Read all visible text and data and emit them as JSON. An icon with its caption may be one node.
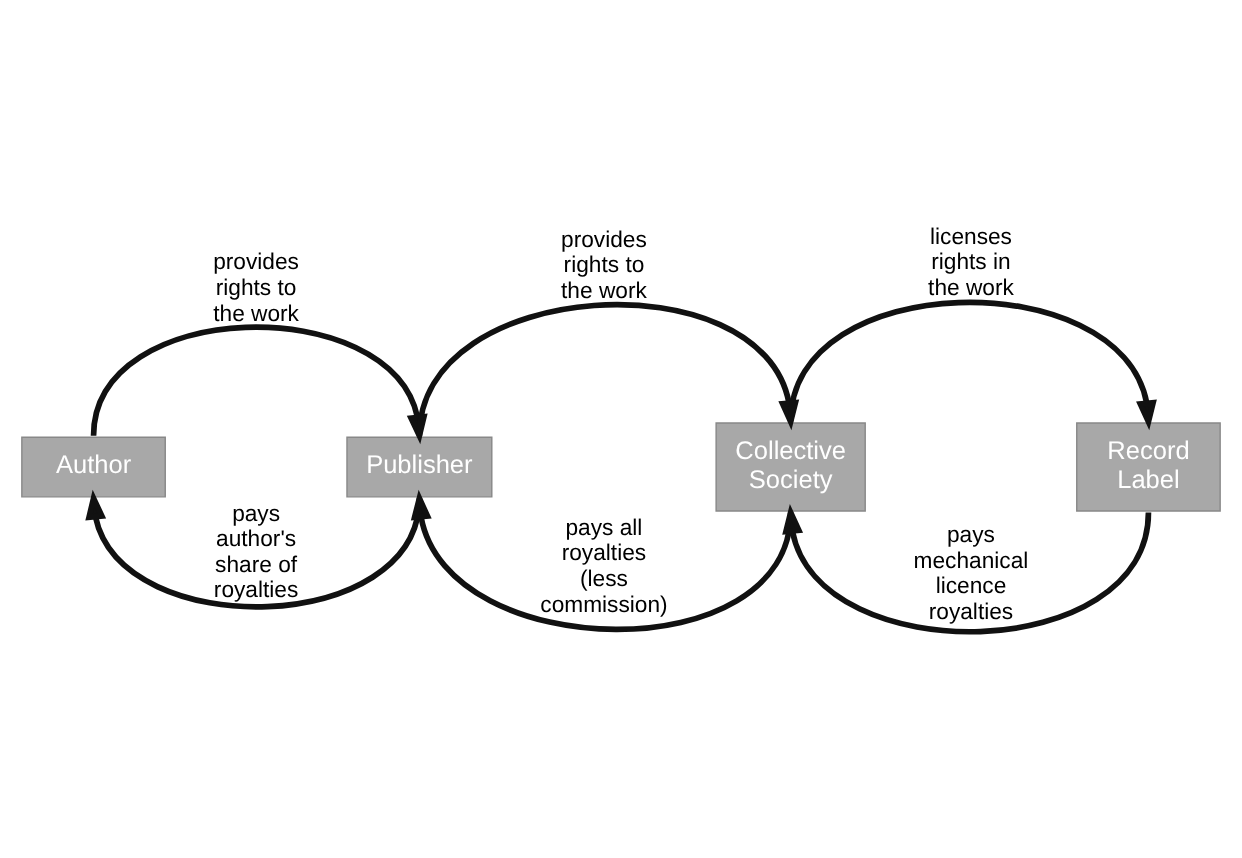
{
  "diagram": {
    "nodes": [
      {
        "text": [
          "Author"
        ]
      },
      {
        "text": [
          "Publisher"
        ]
      },
      {
        "text": [
          "Collective Society"
        ]
      },
      {
        "text": [
          "Record Label"
        ]
      }
    ],
    "edges": [
      {
        "from": 0,
        "to": 1,
        "arrow": "to",
        "label": "provides rights to the work"
      },
      {
        "from": 1,
        "to": 2,
        "arrow": "to",
        "label": "provides rights to the work"
      },
      {
        "from": 2,
        "to": 3,
        "arrow": "to",
        "label": "licenses rights in the work"
      },
      {
        "from": 1,
        "to": 0,
        "arrow": "to",
        "label": "pays author's share of royalties"
      },
      {
        "from": 2,
        "to": 1,
        "arrow": "to",
        "label": "pays all royalties (less commission)"
      },
      {
        "from": 3,
        "to": 2,
        "arrow": "to",
        "label": "pays mechanical licence royalties"
      }
    ]
  }
}
